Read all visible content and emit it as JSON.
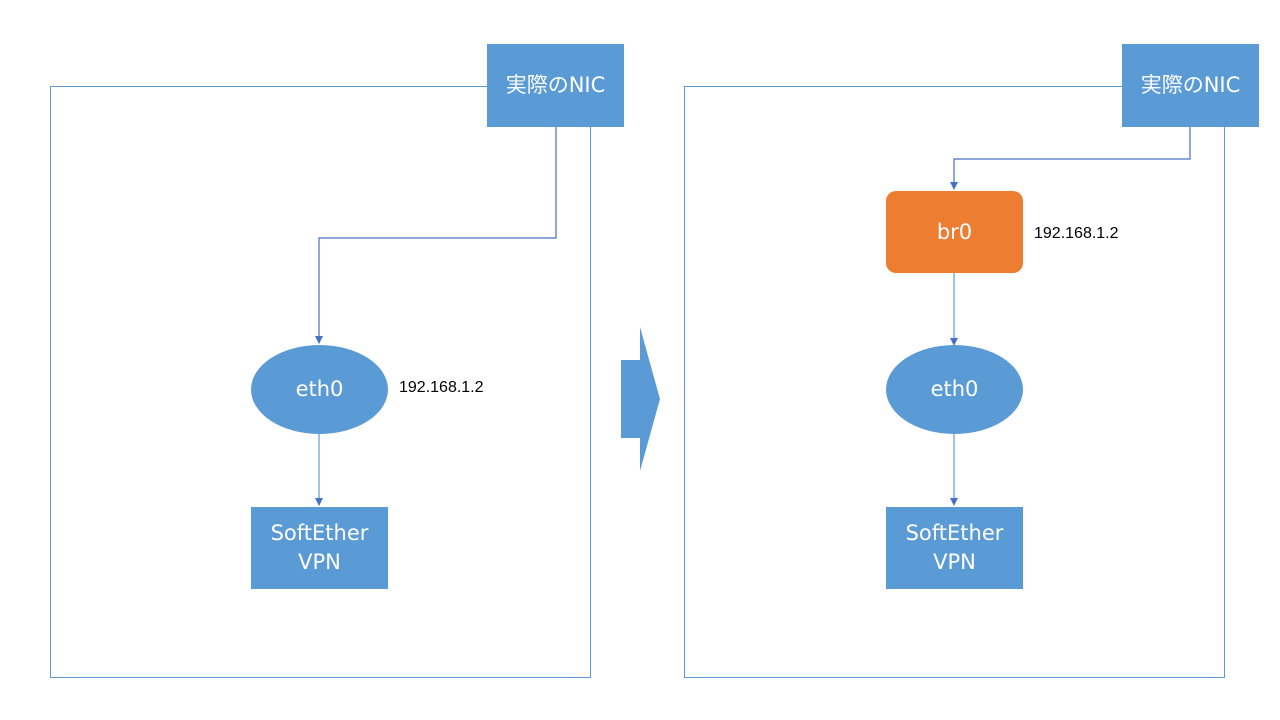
{
  "colors": {
    "node": "#5b9bd5",
    "bridge": "#ed7d31",
    "line": "#4472c4",
    "text": "#ffffff"
  },
  "left": {
    "nic_label": "実際のNIC",
    "eth_label": "eth0",
    "eth_ip": "192.168.1.2",
    "vpn_label": "SoftEther\nVPN"
  },
  "transition_arrow": "right-arrow",
  "right": {
    "nic_label": "実際のNIC",
    "bridge_label": "br0",
    "bridge_ip": "192.168.1.2",
    "eth_label": "eth0",
    "vpn_label": "SoftEther\nVPN"
  }
}
